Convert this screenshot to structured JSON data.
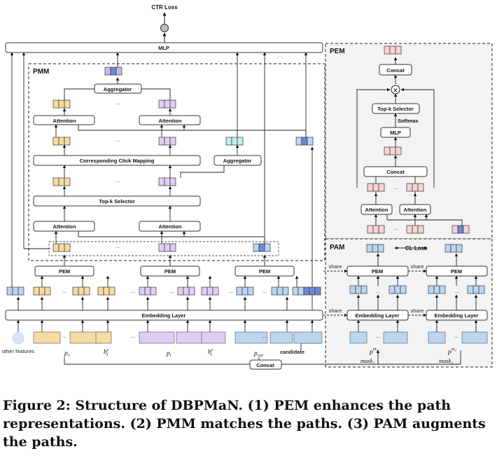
{
  "caption": "Figure 2: Structure of DBPMaN. (1) PEM enhances the path representations. (2) PMM matches the paths. (3) PAM augments the paths.",
  "title": "CTR Loss",
  "panels": {
    "pmm": "PMM",
    "pem": "PEM",
    "pam": "PAM"
  },
  "boxes": {
    "mlp": "MLP",
    "aggregator": "Aggregator",
    "attention": "Attention",
    "click_mapping": "Corresponding Click Mapping",
    "topk": "Top-k Selector",
    "pem": "PEM",
    "embedding": "Embedding Layer",
    "concat": "Concat",
    "softmax": "Softmax",
    "cl_loss": "CL Loss"
  },
  "labels": {
    "other_features": "other features",
    "candidate": "candidate",
    "share": "share",
    "dots": "..."
  },
  "math": {
    "p1": "p",
    "p1_sub": "1",
    "b1": "b",
    "b1_sub": "1",
    "b1_sup": "c",
    "pt": "p",
    "pt_sub": "t",
    "bt": "b",
    "bt_sub": "t",
    "bt_sup": "c",
    "pcur": "p",
    "pcur_sub": "cur",
    "pm1": "p",
    "pm1_sup": "m₁",
    "pm2": "p",
    "pm2_sup": "m₂",
    "mask1": "mask₁",
    "mask2": "mask₂"
  },
  "colors": {
    "yellow": "#f7dca3",
    "purple": "#ddd0f3",
    "blue": "#bcd5f1",
    "teal": "#bdeff1",
    "pink": "#f8d3d5",
    "navy": "#6f88d6",
    "lavender": "#c6b8ee",
    "panel_bg": "#f3f3f3"
  }
}
